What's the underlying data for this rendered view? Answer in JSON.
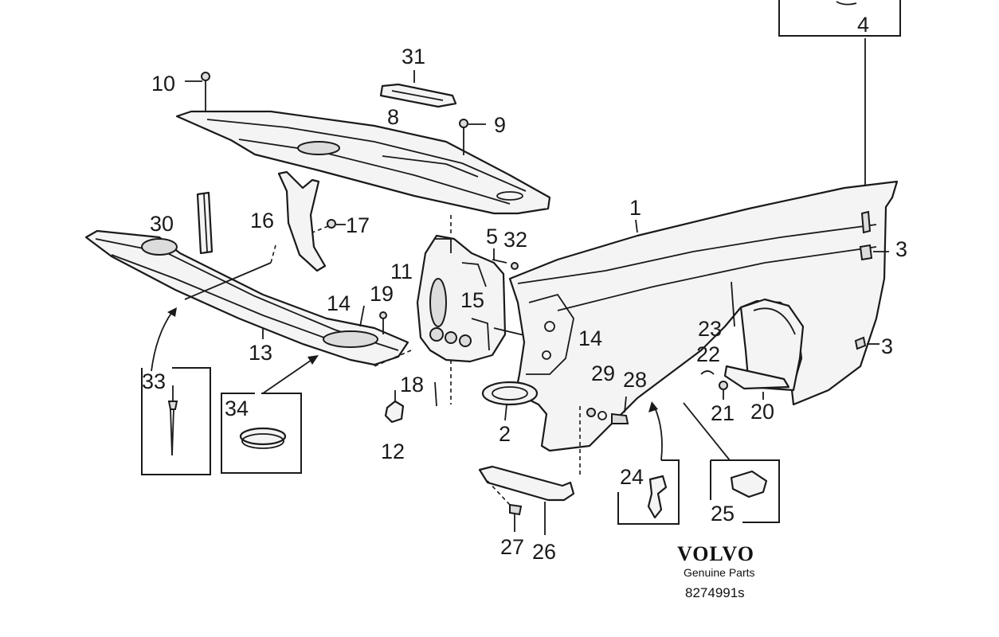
{
  "callouts": {
    "c1": "1",
    "c2": "2",
    "c3a": "3",
    "c3b": "3",
    "c4": "4",
    "c5": "5",
    "c8": "8",
    "c9": "9",
    "c10": "10",
    "c11": "11",
    "c12": "12",
    "c13": "13",
    "c14a": "14",
    "c14b": "14",
    "c15": "15",
    "c16": "16",
    "c17": "17",
    "c18": "18",
    "c19": "19",
    "c20": "20",
    "c21": "21",
    "c22": "22",
    "c23": "23",
    "c24": "24",
    "c25": "25",
    "c26": "26",
    "c27": "27",
    "c28": "28",
    "c29": "29",
    "c30": "30",
    "c31": "31",
    "c32": "32",
    "c33": "33",
    "c34": "34"
  },
  "brand": {
    "name": "VOLVO",
    "tagline": "Genuine Parts",
    "code": "8274991s"
  }
}
